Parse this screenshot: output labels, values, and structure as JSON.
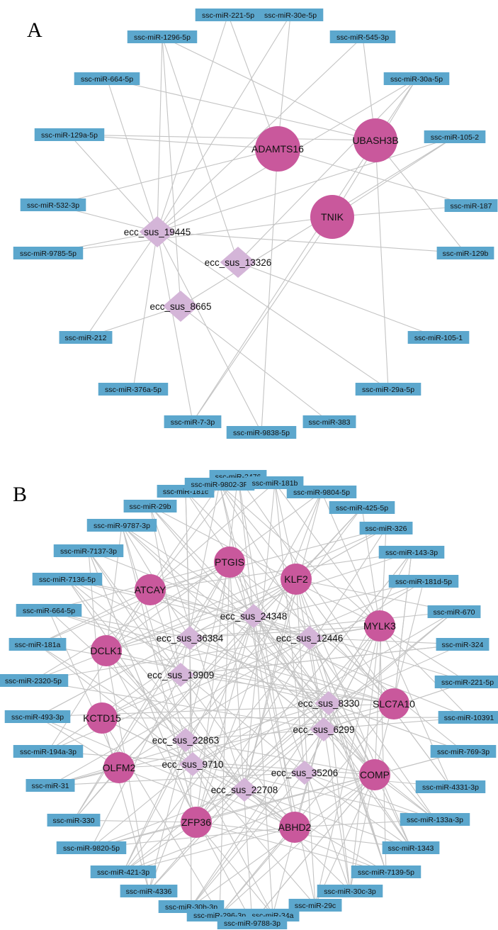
{
  "panels": [
    {
      "label": "A",
      "mirnas": [
        "ssc-miR-221-5p",
        "ssc-miR-30e-5p",
        "ssc-miR-1296-5p",
        "ssc-miR-545-3p",
        "ssc-miR-664-5p",
        "ssc-miR-30a-5p",
        "ssc-miR-129a-5p",
        "ssc-miR-105-2",
        "ssc-miR-532-3p",
        "ssc-miR-187",
        "ssc-miR-9785-5p",
        "ssc-miR-129b",
        "ssc-miR-212",
        "ssc-miR-105-1",
        "ssc-miR-376a-5p",
        "ssc-miR-29a-5p",
        "ssc-miR-7-3p",
        "ssc-miR-383",
        "ssc-miR-9838-5p"
      ],
      "genes": [
        "ADAMTS16",
        "UBASH3B",
        "TNIK"
      ],
      "circrnas": [
        "ecc_sus_19445",
        "ecc_sus_13326",
        "ecc_sus_8665"
      ],
      "edges": [
        [
          "ecc_sus_19445",
          "ssc-miR-221-5p"
        ],
        [
          "ecc_sus_19445",
          "ssc-miR-30e-5p"
        ],
        [
          "ecc_sus_19445",
          "ssc-miR-1296-5p"
        ],
        [
          "ecc_sus_19445",
          "ssc-miR-664-5p"
        ],
        [
          "ecc_sus_19445",
          "ssc-miR-129a-5p"
        ],
        [
          "ecc_sus_19445",
          "ssc-miR-532-3p"
        ],
        [
          "ecc_sus_19445",
          "ssc-miR-9785-5p"
        ],
        [
          "ecc_sus_19445",
          "ssc-miR-212"
        ],
        [
          "ecc_sus_19445",
          "ssc-miR-376a-5p"
        ],
        [
          "ecc_sus_19445",
          "ssc-miR-7-3p"
        ],
        [
          "ecc_sus_19445",
          "ssc-miR-9838-5p"
        ],
        [
          "ecc_sus_19445",
          "ssc-miR-29a-5p"
        ],
        [
          "ecc_sus_19445",
          "ssc-miR-129b"
        ],
        [
          "ecc_sus_19445",
          "ssc-miR-105-2"
        ],
        [
          "ecc_sus_19445",
          "ssc-miR-545-3p"
        ],
        [
          "ecc_sus_19445",
          "ssc-miR-30a-5p"
        ],
        [
          "ecc_sus_13326",
          "ssc-miR-30a-5p"
        ],
        [
          "ecc_sus_13326",
          "ssc-miR-105-1"
        ],
        [
          "ecc_sus_13326",
          "ssc-miR-1296-5p"
        ],
        [
          "ecc_sus_8665",
          "ssc-miR-105-2"
        ],
        [
          "ecc_sus_8665",
          "ssc-miR-212"
        ],
        [
          "ecc_sus_8665",
          "ssc-miR-383"
        ],
        [
          "ecc_sus_8665",
          "ssc-miR-1296-5p"
        ],
        [
          "ADAMTS16",
          "ssc-miR-129a-5p"
        ],
        [
          "ADAMTS16",
          "ssc-miR-221-5p"
        ],
        [
          "ADAMTS16",
          "ssc-miR-187"
        ],
        [
          "ADAMTS16",
          "ssc-miR-9838-5p"
        ],
        [
          "ADAMTS16",
          "ssc-miR-532-3p"
        ],
        [
          "ADAMTS16",
          "ssc-miR-30e-5p"
        ],
        [
          "UBASH3B",
          "ssc-miR-664-5p"
        ],
        [
          "UBASH3B",
          "ssc-miR-1296-5p"
        ],
        [
          "UBASH3B",
          "ssc-miR-545-3p"
        ],
        [
          "UBASH3B",
          "ssc-miR-129b"
        ],
        [
          "UBASH3B",
          "ssc-miR-29a-5p"
        ],
        [
          "UBASH3B",
          "ssc-miR-30a-5p"
        ],
        [
          "UBASH3B",
          "ssc-miR-7-3p"
        ],
        [
          "UBASH3B",
          "ssc-miR-129a-5p"
        ],
        [
          "TNIK",
          "ssc-miR-105-2"
        ],
        [
          "TNIK",
          "ssc-miR-187"
        ],
        [
          "TNIK",
          "ssc-miR-9785-5p"
        ],
        [
          "TNIK",
          "ssc-miR-7-3p"
        ],
        [
          "TNIK",
          "ssc-miR-30a-5p"
        ]
      ]
    },
    {
      "label": "B",
      "mirnas": [
        "ssc-miR-2476",
        "ssc-miR-181c",
        "ssc-miR-9802-3P",
        "ssc-miR-181b",
        "ssc-miR-29b",
        "ssc-miR-9804-5p",
        "ssc-miR-425-5p",
        "ssc-miR-9787-3p",
        "ssc-miR-326",
        "ssc-miR-7137-3p",
        "ssc-miR-143-3p",
        "ssc-miR-7136-5p",
        "ssc-miR-181d-5p",
        "ssc-miR-664-5p",
        "ssc-miR-670",
        "ssc-miR-181a",
        "ssc-miR-324",
        "ssc-miR-2320-5p",
        "ssc-miR-221-5p",
        "ssc-miR-493-3p",
        "ssc-miR-10391",
        "ssc-miR-194a-3p",
        "ssc-miR-769-3p",
        "ssc-miR-31",
        "ssc-miR-4331-3p",
        "ssc-miR-330",
        "ssc-miR-133a-3p",
        "ssc-miR-9820-5p",
        "ssc-miR-1343",
        "ssc-miR-421-3p",
        "ssc-miR-7139-5p",
        "ssc-miR-4336",
        "ssc-miR-30c-3p",
        "ssc-miR-30b-3p",
        "ssc-miR-29c",
        "ssc-miR-296-3p",
        "ssc-miR-34a",
        "ssc-miR-9788-3p"
      ],
      "genes": [
        "PTGIS",
        "KLF2",
        "ATCAY",
        "MYLK3",
        "DCLK1",
        "SLC7A10",
        "KCTD15",
        "OLFM2",
        "COMP",
        "ZFP36",
        "ABHD2"
      ],
      "circrnas": [
        "ecc_sus_24348",
        "ecc_sus_36384",
        "ecc_sus_12446",
        "ecc_sus_19909",
        "ecc_sus_8330",
        "ecc_sus_22863",
        "ecc_sus_6299",
        "ecc_sus_9710",
        "ecc_sus_35206",
        "ecc_sus_22708"
      ]
    }
  ]
}
